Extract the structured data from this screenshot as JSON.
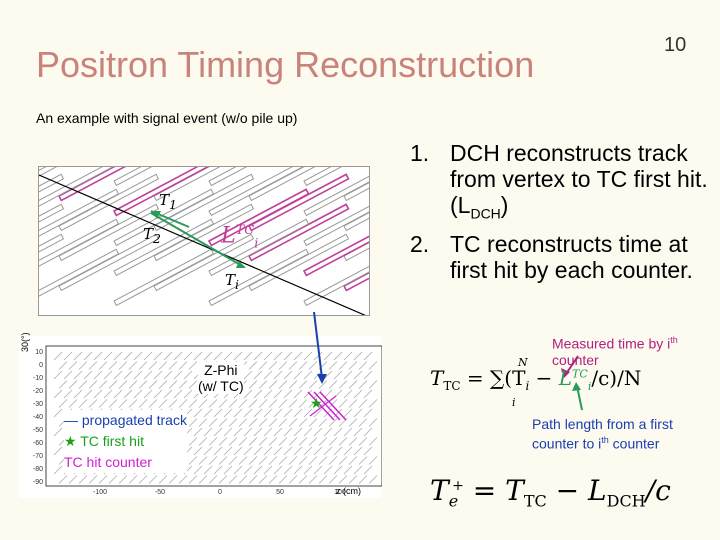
{
  "slide": {
    "title": "Positron Timing Reconstruction",
    "page_number": "10",
    "subtitle": "An example with signal event (w/o pile up)"
  },
  "steps": [
    {
      "num": "1.",
      "text": "DCH reconstructs track from vertex to TC first hit. (L",
      "sub": "DCH",
      "tail": ")"
    },
    {
      "num": "2.",
      "text": "TC reconstructs time at first hit by each counter."
    }
  ],
  "figure_top": {
    "labels": {
      "t1": "T",
      "t1_sub": "1",
      "t2": "T",
      "t2_sub": "2",
      "li": "L",
      "li_sup": "TC",
      "li_sub": "i",
      "ti": "T",
      "ti_sub": "i"
    }
  },
  "figure_bottom": {
    "panel_label_1": "Z-Phi",
    "panel_label_2": "(w/ TC)",
    "legend": {
      "track": "— propagated track",
      "first_hit": "★ TC first hit",
      "hit_counter": "TC hit counter"
    },
    "y_ticks": [
      "10",
      "0",
      "-10",
      "-20",
      "-30",
      "-40",
      "-50",
      "-60",
      "-70",
      "-80",
      "-90"
    ],
    "x_ticks": [
      "-100",
      "-50",
      "0",
      "50",
      "100"
    ],
    "y_axis_label": "30(°)",
    "x_axis_label": "z (cm)"
  },
  "notes": {
    "measured_time": "Measured time by i",
    "measured_time_sup": "th",
    "measured_time_tail": " counter",
    "path_length": "Path length from a first counter to i",
    "path_length_sup": "th",
    "path_length_tail": " counter"
  },
  "formulas": {
    "ttc_lhs": "T",
    "ttc_lhs_sub": "TC",
    "ttc_rhs": "= ∑(T",
    "ttc_sum_sup": "N",
    "ttc_sum_sub": "i",
    "ttc_ti_sub": "i",
    "ttc_minus": " − ",
    "ttc_l": "L",
    "ttc_l_sup": "TC",
    "ttc_l_sub": "i",
    "ttc_end": "/c)/N",
    "te_lhs": "T",
    "te_sub": "e",
    "te_sup": "+",
    "te_eq": " = T",
    "te_tc_sub": "TC",
    "te_minus": " − L",
    "te_dch_sub": "DCH",
    "te_end": "/c"
  },
  "colors": {
    "title": "#c8837a",
    "magenta_bar": "#c0409a",
    "arrow_green": "#2a9a5a",
    "arrow_blue": "#1a3fb0",
    "legend_blue": "#1a3fb0",
    "first_hit_green": "#18a018",
    "hit_counter_magenta": "#d020d0",
    "note_magenta": "#b02080",
    "note_blue": "#1a3fb0"
  }
}
